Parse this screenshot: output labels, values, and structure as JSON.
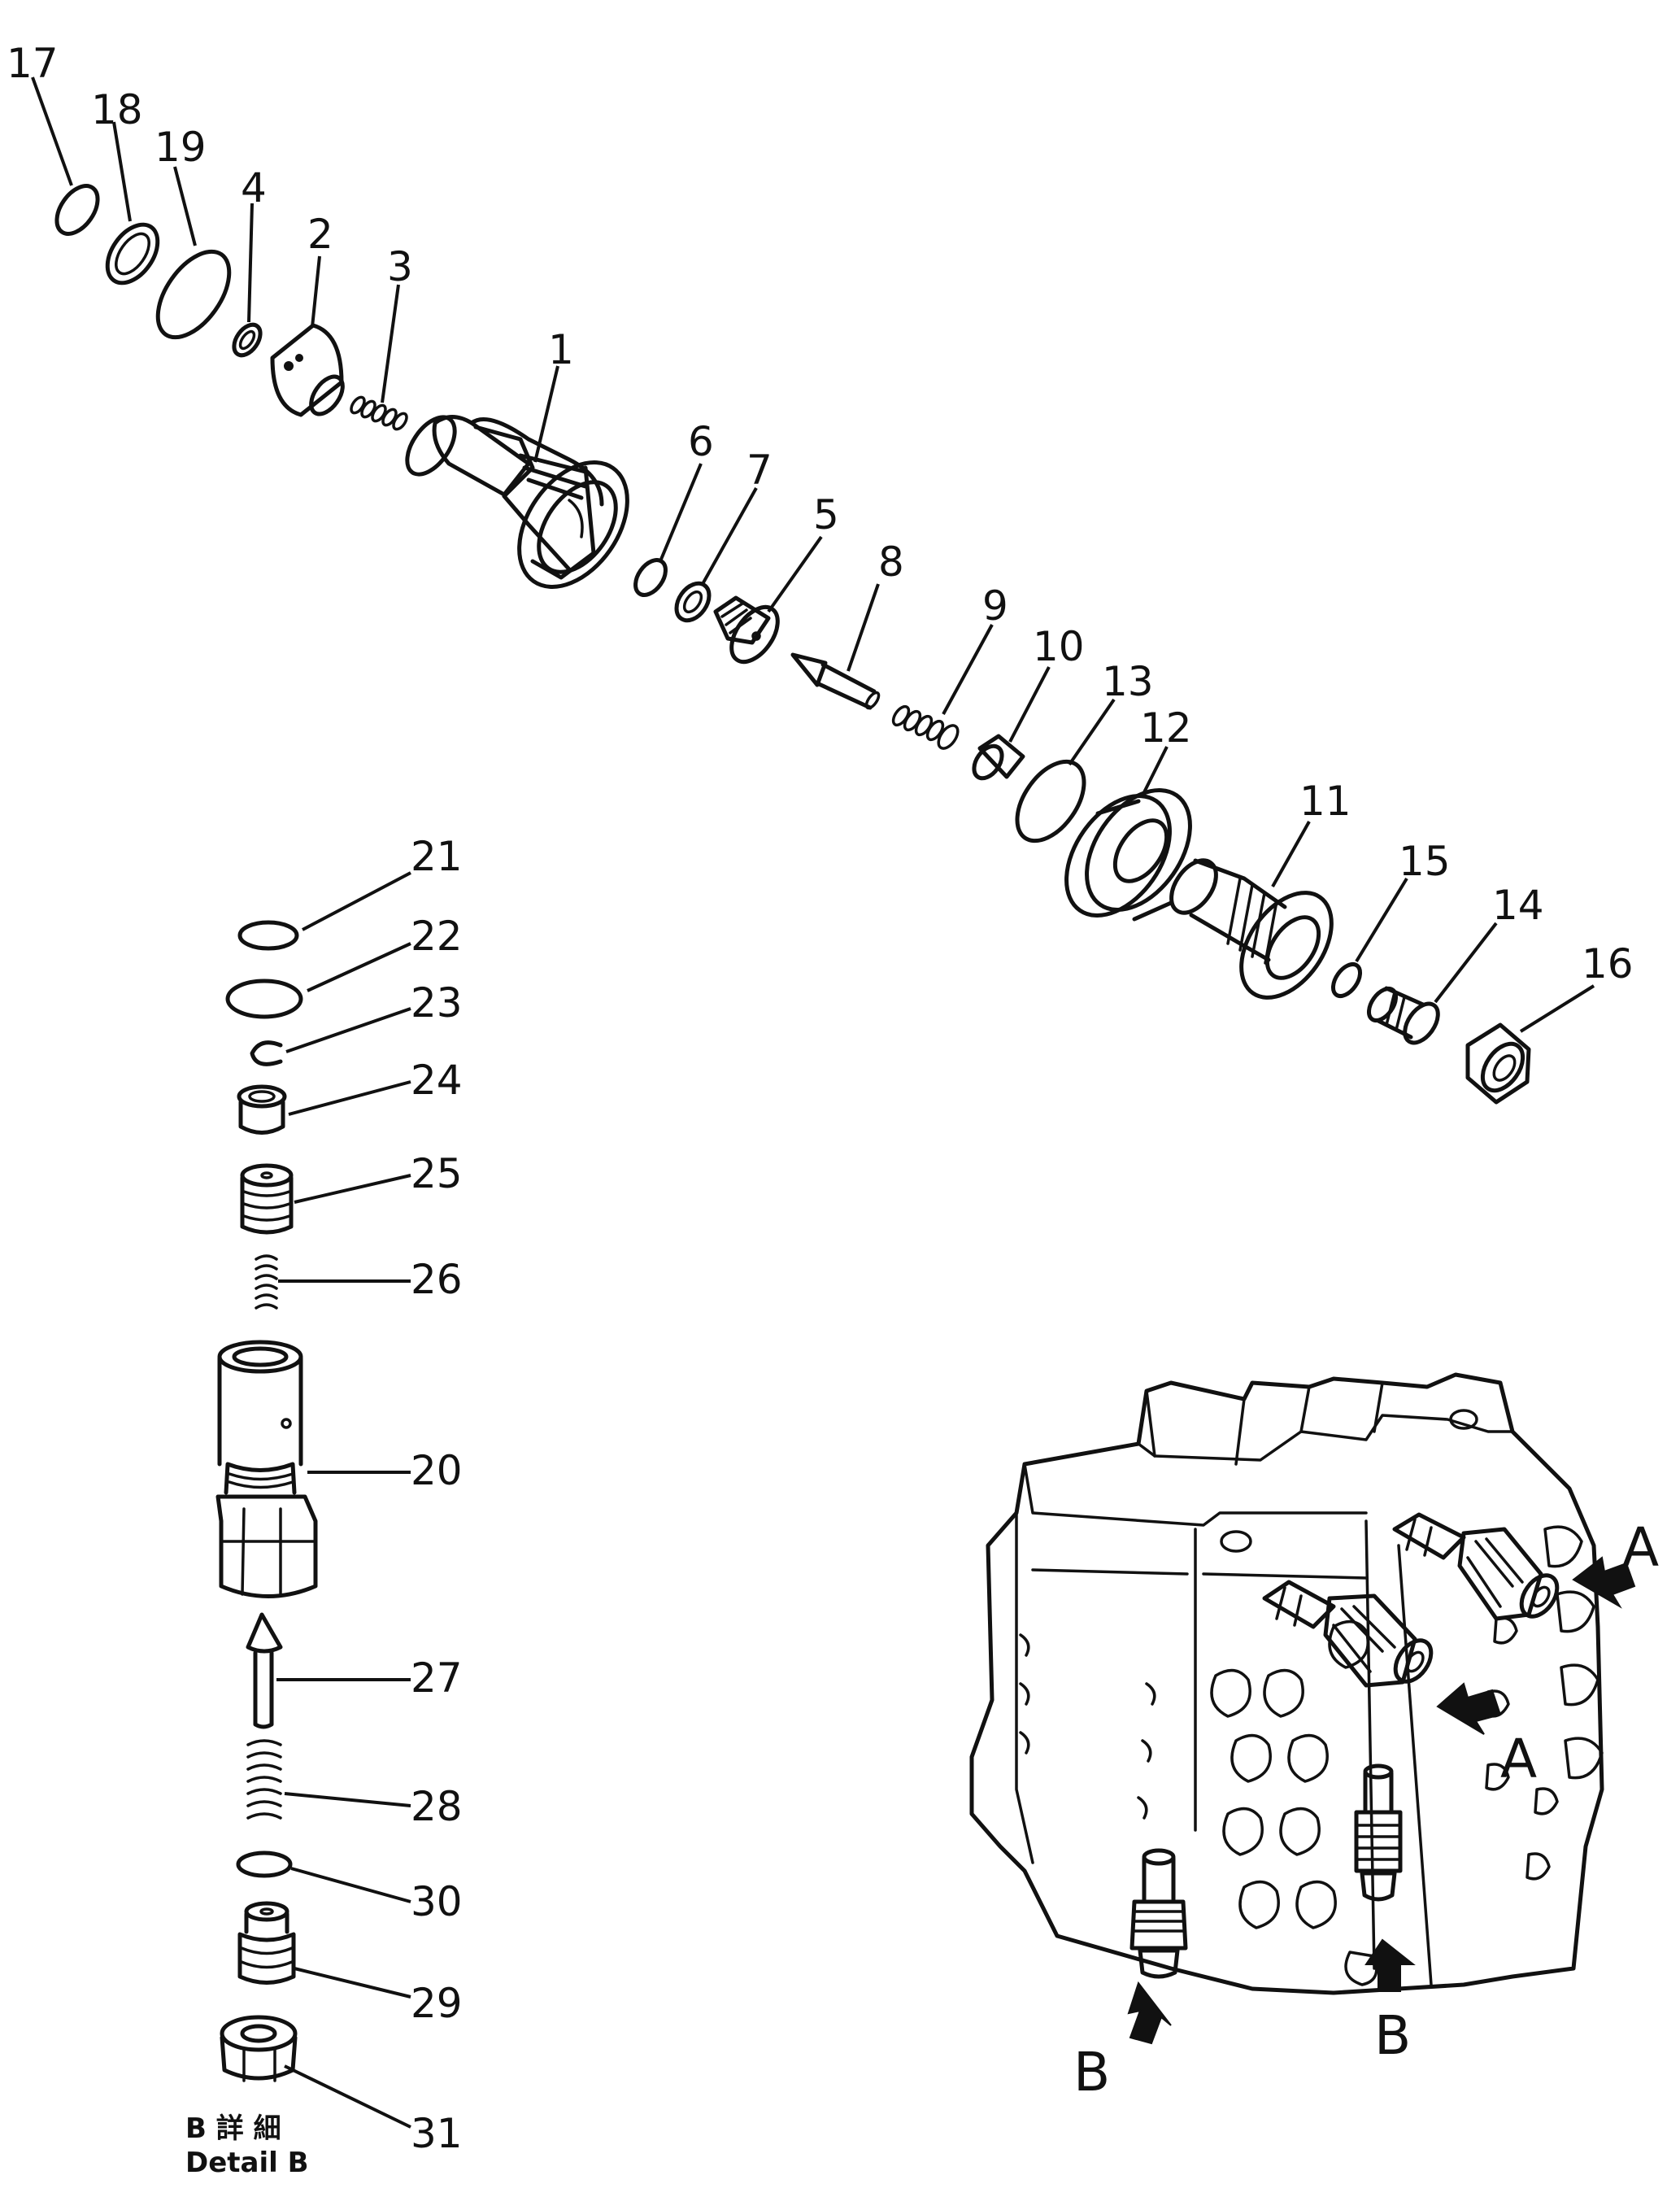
{
  "parts_upper": [
    "17",
    "18",
    "19",
    "4",
    "2",
    "3",
    "1",
    "6",
    "7",
    "5",
    "8",
    "9",
    "10",
    "13",
    "12",
    "11",
    "15",
    "14",
    "16"
  ],
  "parts_lower": [
    "21",
    "22",
    "23",
    "24",
    "25",
    "26",
    "20",
    "27",
    "28",
    "30",
    "29",
    "31"
  ],
  "view_labels": {
    "a1": "A",
    "a2": "A",
    "b1": "B",
    "b2": "B"
  },
  "caption": {
    "jp": "B 詳 細",
    "en": "Detail B"
  }
}
